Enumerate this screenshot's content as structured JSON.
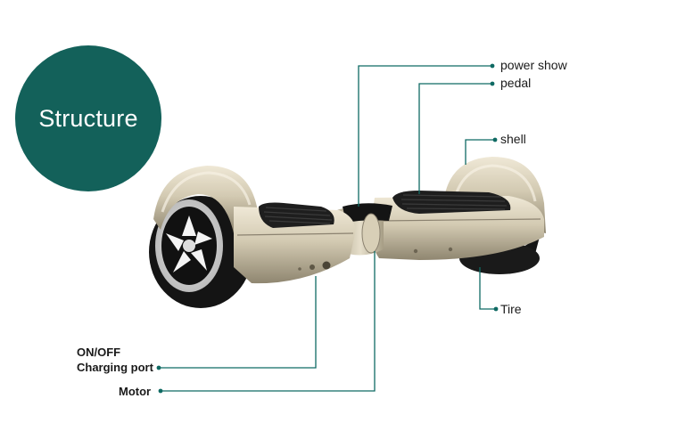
{
  "title": "Structure",
  "colors": {
    "accent": "#13615a",
    "leader_line": "#0f6a63",
    "shell": "#cfc6b0",
    "tire": "#151515",
    "pad": "#1e1e1e"
  },
  "labels": {
    "power_show": "power show",
    "pedal": "pedal",
    "shell": "shell",
    "tire": "Tire",
    "on_off": "ON/OFF",
    "charging_port": "Charging port",
    "motor": "Motor"
  }
}
